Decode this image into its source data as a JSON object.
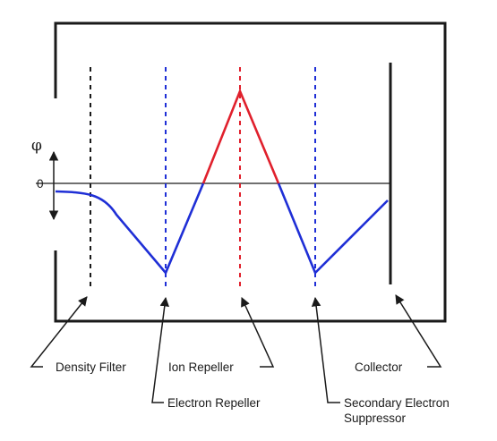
{
  "axis": {
    "symbol": "φ",
    "zero_label": "0"
  },
  "labels": {
    "density_filter": "Density Filter",
    "ion_repeller": "Ion Repeller",
    "collector": "Collector",
    "electron_repeller": "Electron Repeller",
    "secondary_electron_line1": "Secondary Electron",
    "secondary_electron_line2": "Suppressor"
  },
  "colors": {
    "frame": "#1a1a1a",
    "negative_potential": "#1f2fd6",
    "positive_potential": "#e0202c",
    "zero_line": "#1a1a1a"
  }
}
